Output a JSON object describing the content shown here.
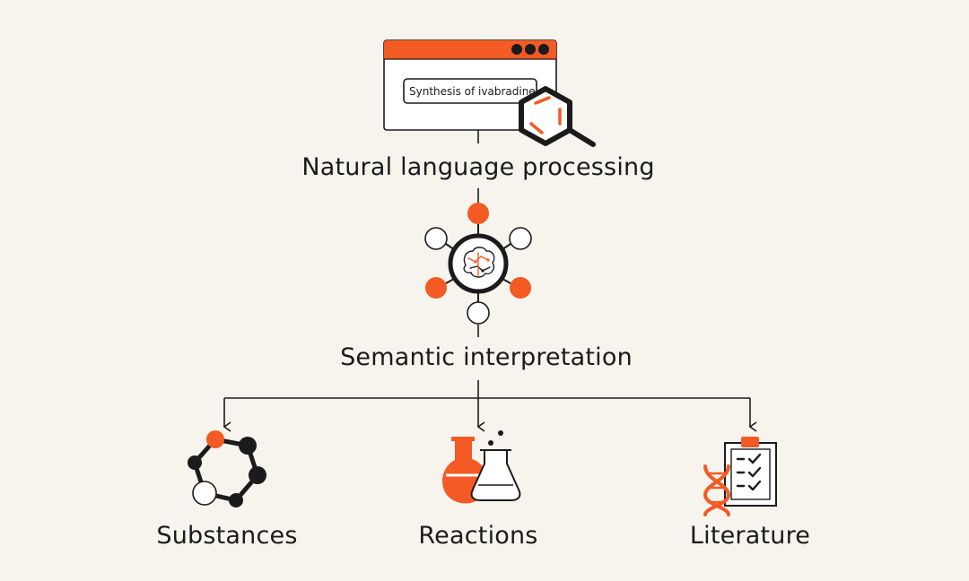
{
  "colors": {
    "background": "#f7f4ee",
    "accent": "#f45a24",
    "ink": "#1b1b1b",
    "white": "#ffffff"
  },
  "browser_window": {
    "search_text": "Synthesis of ivabradine",
    "icons": [
      "window-dots-icon",
      "benzene-magnifier-icon"
    ]
  },
  "stages": {
    "nlp": "Natural language processing",
    "semantic": "Semantic interpretation"
  },
  "outputs": [
    {
      "label": "Substances",
      "icon": "molecule-ring-icon"
    },
    {
      "label": "Reactions",
      "icon": "flasks-icon"
    },
    {
      "label": "Literature",
      "icon": "dna-clipboard-icon"
    }
  ]
}
